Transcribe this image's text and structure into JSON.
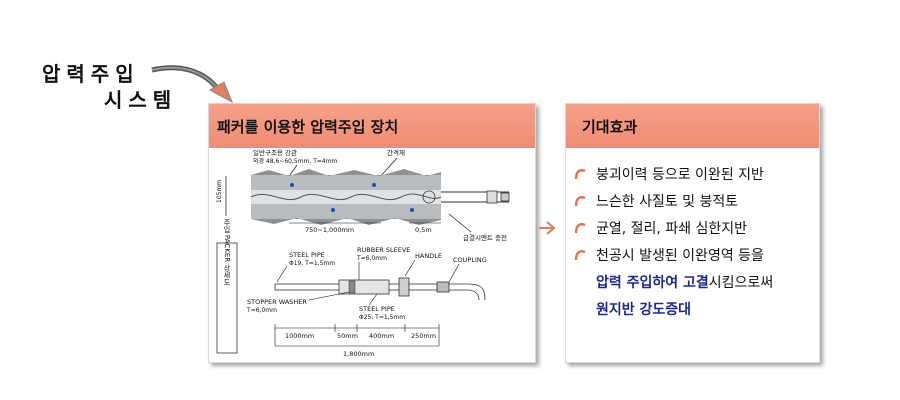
{
  "title": {
    "line1": "압력주입",
    "line2": "시스템"
  },
  "left_panel": {
    "header": "패커를 이용한 압력주입 장치",
    "labels": {
      "pipe": "일반구조용 강관",
      "pipe_spec": "외경 48,6~60,5mm, T=4mm",
      "spacer": "간격재",
      "grout": "급결시멘트 충전",
      "dim_length": "750~1,000mm",
      "dim_05": "0,5m",
      "dim_105": "105mm",
      "side_label": "주입 PACKER 상세도",
      "steel_pipe1": "STEEL PIPE",
      "steel_pipe1_spec": "Φ19, T=1,5mm",
      "rubber_sleeve": "RUBBER SLEEVE",
      "rubber_spec": "T=6,0mm",
      "handle": "HANDLE",
      "coupling": "COUPLING",
      "washer": "STOPPER WASHER",
      "washer_spec": "T=6,0mm",
      "steel_pipe2": "STEEL PIPE",
      "steel_pipe2_spec": "Φ25, T=1,5mm",
      "d1000": "1000mm",
      "d50": "50mm",
      "d400": "400mm",
      "d250": "250mm",
      "d1800": "1,800mm"
    }
  },
  "right_panel": {
    "header": "기대효과",
    "items": [
      "붕괴이력 등으로 이완된 지반",
      "느슨한 사질토 및 붕적토",
      "균열, 절리, 파쇄 심한지반",
      "천공시 발생된 이완영역 등을"
    ],
    "line5_hl": "압력 주입하여 고결",
    "line5_rest": "시킴으로써",
    "line6_hl": "원지반 강도증대"
  },
  "colors": {
    "header": "#f08c73",
    "highlight": "#1a2a8c",
    "bullet": "#e8704a"
  }
}
